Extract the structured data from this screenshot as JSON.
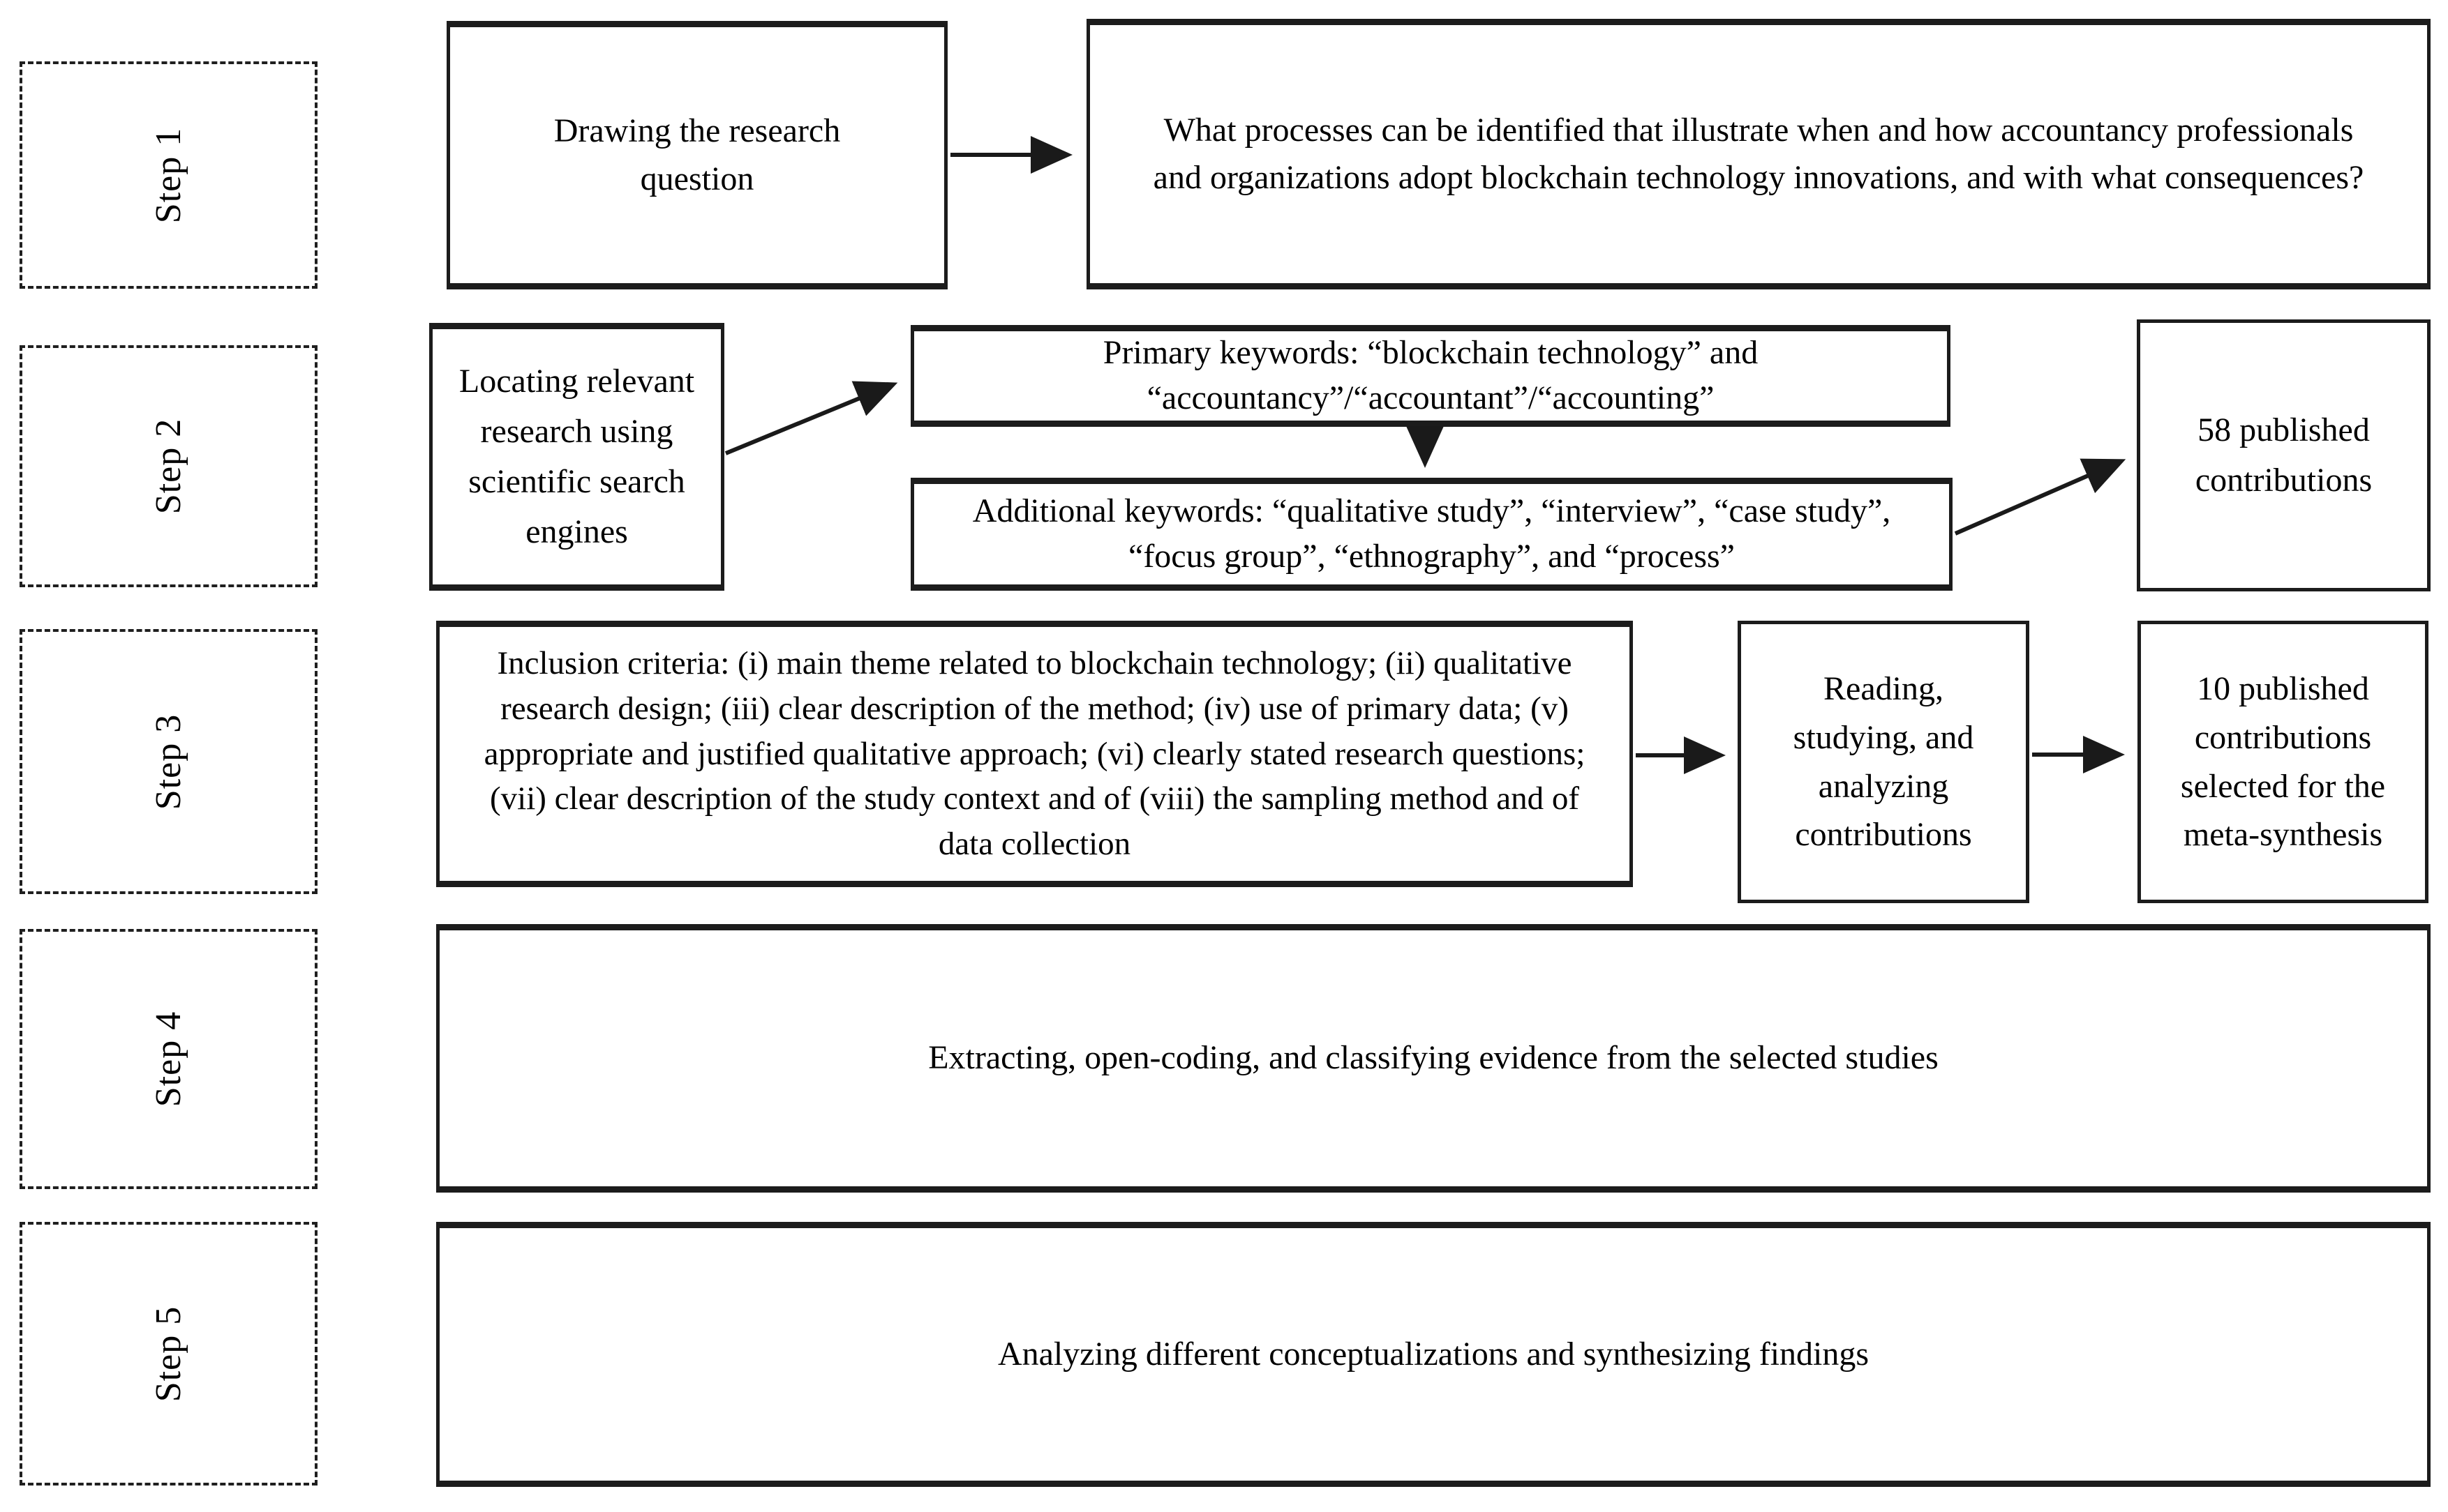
{
  "figure": {
    "background": "#ffffff",
    "line_color": "#1a1a1a",
    "steps": [
      {
        "label": "Step 1"
      },
      {
        "label": "Step 2"
      },
      {
        "label": "Step 3"
      },
      {
        "label": "Step 4"
      },
      {
        "label": "Step 5"
      }
    ],
    "boxes": {
      "drawing": "Drawing the research question",
      "question": "What processes can be identified that illustrate when and how accountancy professionals and organizations adopt blockchain technology innovations, and with what consequences?",
      "locating": "Locating relevant research using scientific search engines",
      "primary_keywords": "Primary keywords: “blockchain technology” and “accountancy”/“accountant”/“accounting”",
      "additional_keywords": "Additional keywords: “qualitative study”, “interview”, “case study”, “focus group”, “ethnography”, and “process”",
      "contributions_58": "58 published contributions",
      "inclusion_criteria": "Inclusion criteria: (i) main theme related to blockchain technology; (ii) qualitative research design; (iii) clear description of the method; (iv) use of primary data; (v) appropriate and justified qualitative approach; (vi) clearly stated research questions; (vii) clear description of the study context and of (viii) the sampling method and of data collection",
      "reading": "Reading, studying, and analyzing contributions",
      "contributions_10": "10 published contributions selected for the meta-synthesis",
      "step4_activity": "Extracting, open-coding, and classifying evidence from the selected studies",
      "step5_activity": "Analyzing different conceptualizations and synthesizing findings"
    }
  }
}
